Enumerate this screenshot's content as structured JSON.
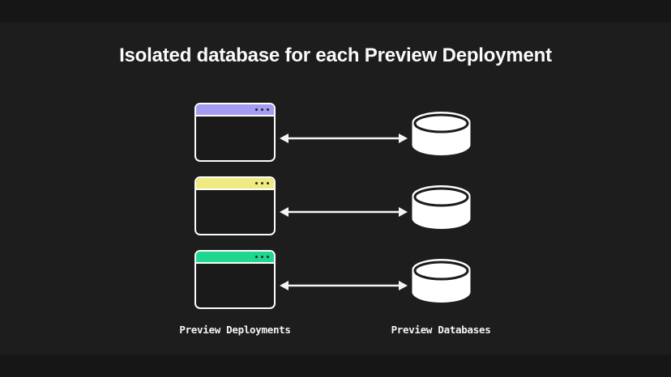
{
  "title": "Isolated database for each Preview Deployment",
  "diagram": {
    "left_label": "Preview Deployments",
    "right_label": "Preview Databases",
    "rows": [
      {
        "name": "preview-deployment-1",
        "titlebar_color": "#a49bf2"
      },
      {
        "name": "preview-deployment-2",
        "titlebar_color": "#f0ea82"
      },
      {
        "name": "preview-deployment-3",
        "titlebar_color": "#1fd78e"
      }
    ],
    "icons": {
      "window": "browser-window-icon",
      "connector": "double-arrow-icon",
      "database": "database-icon"
    },
    "colors": {
      "background": "#1d1d1e",
      "letterbox": "#161617",
      "window_border": "#fcfcfc",
      "window_body": "#1a1a1b",
      "titlebar_dots": "#23232e",
      "arrow": "#f5f5f5",
      "database_fill": "#ffffff",
      "database_lid_stroke": "#1b1b1d",
      "text": "#fafafa"
    }
  }
}
